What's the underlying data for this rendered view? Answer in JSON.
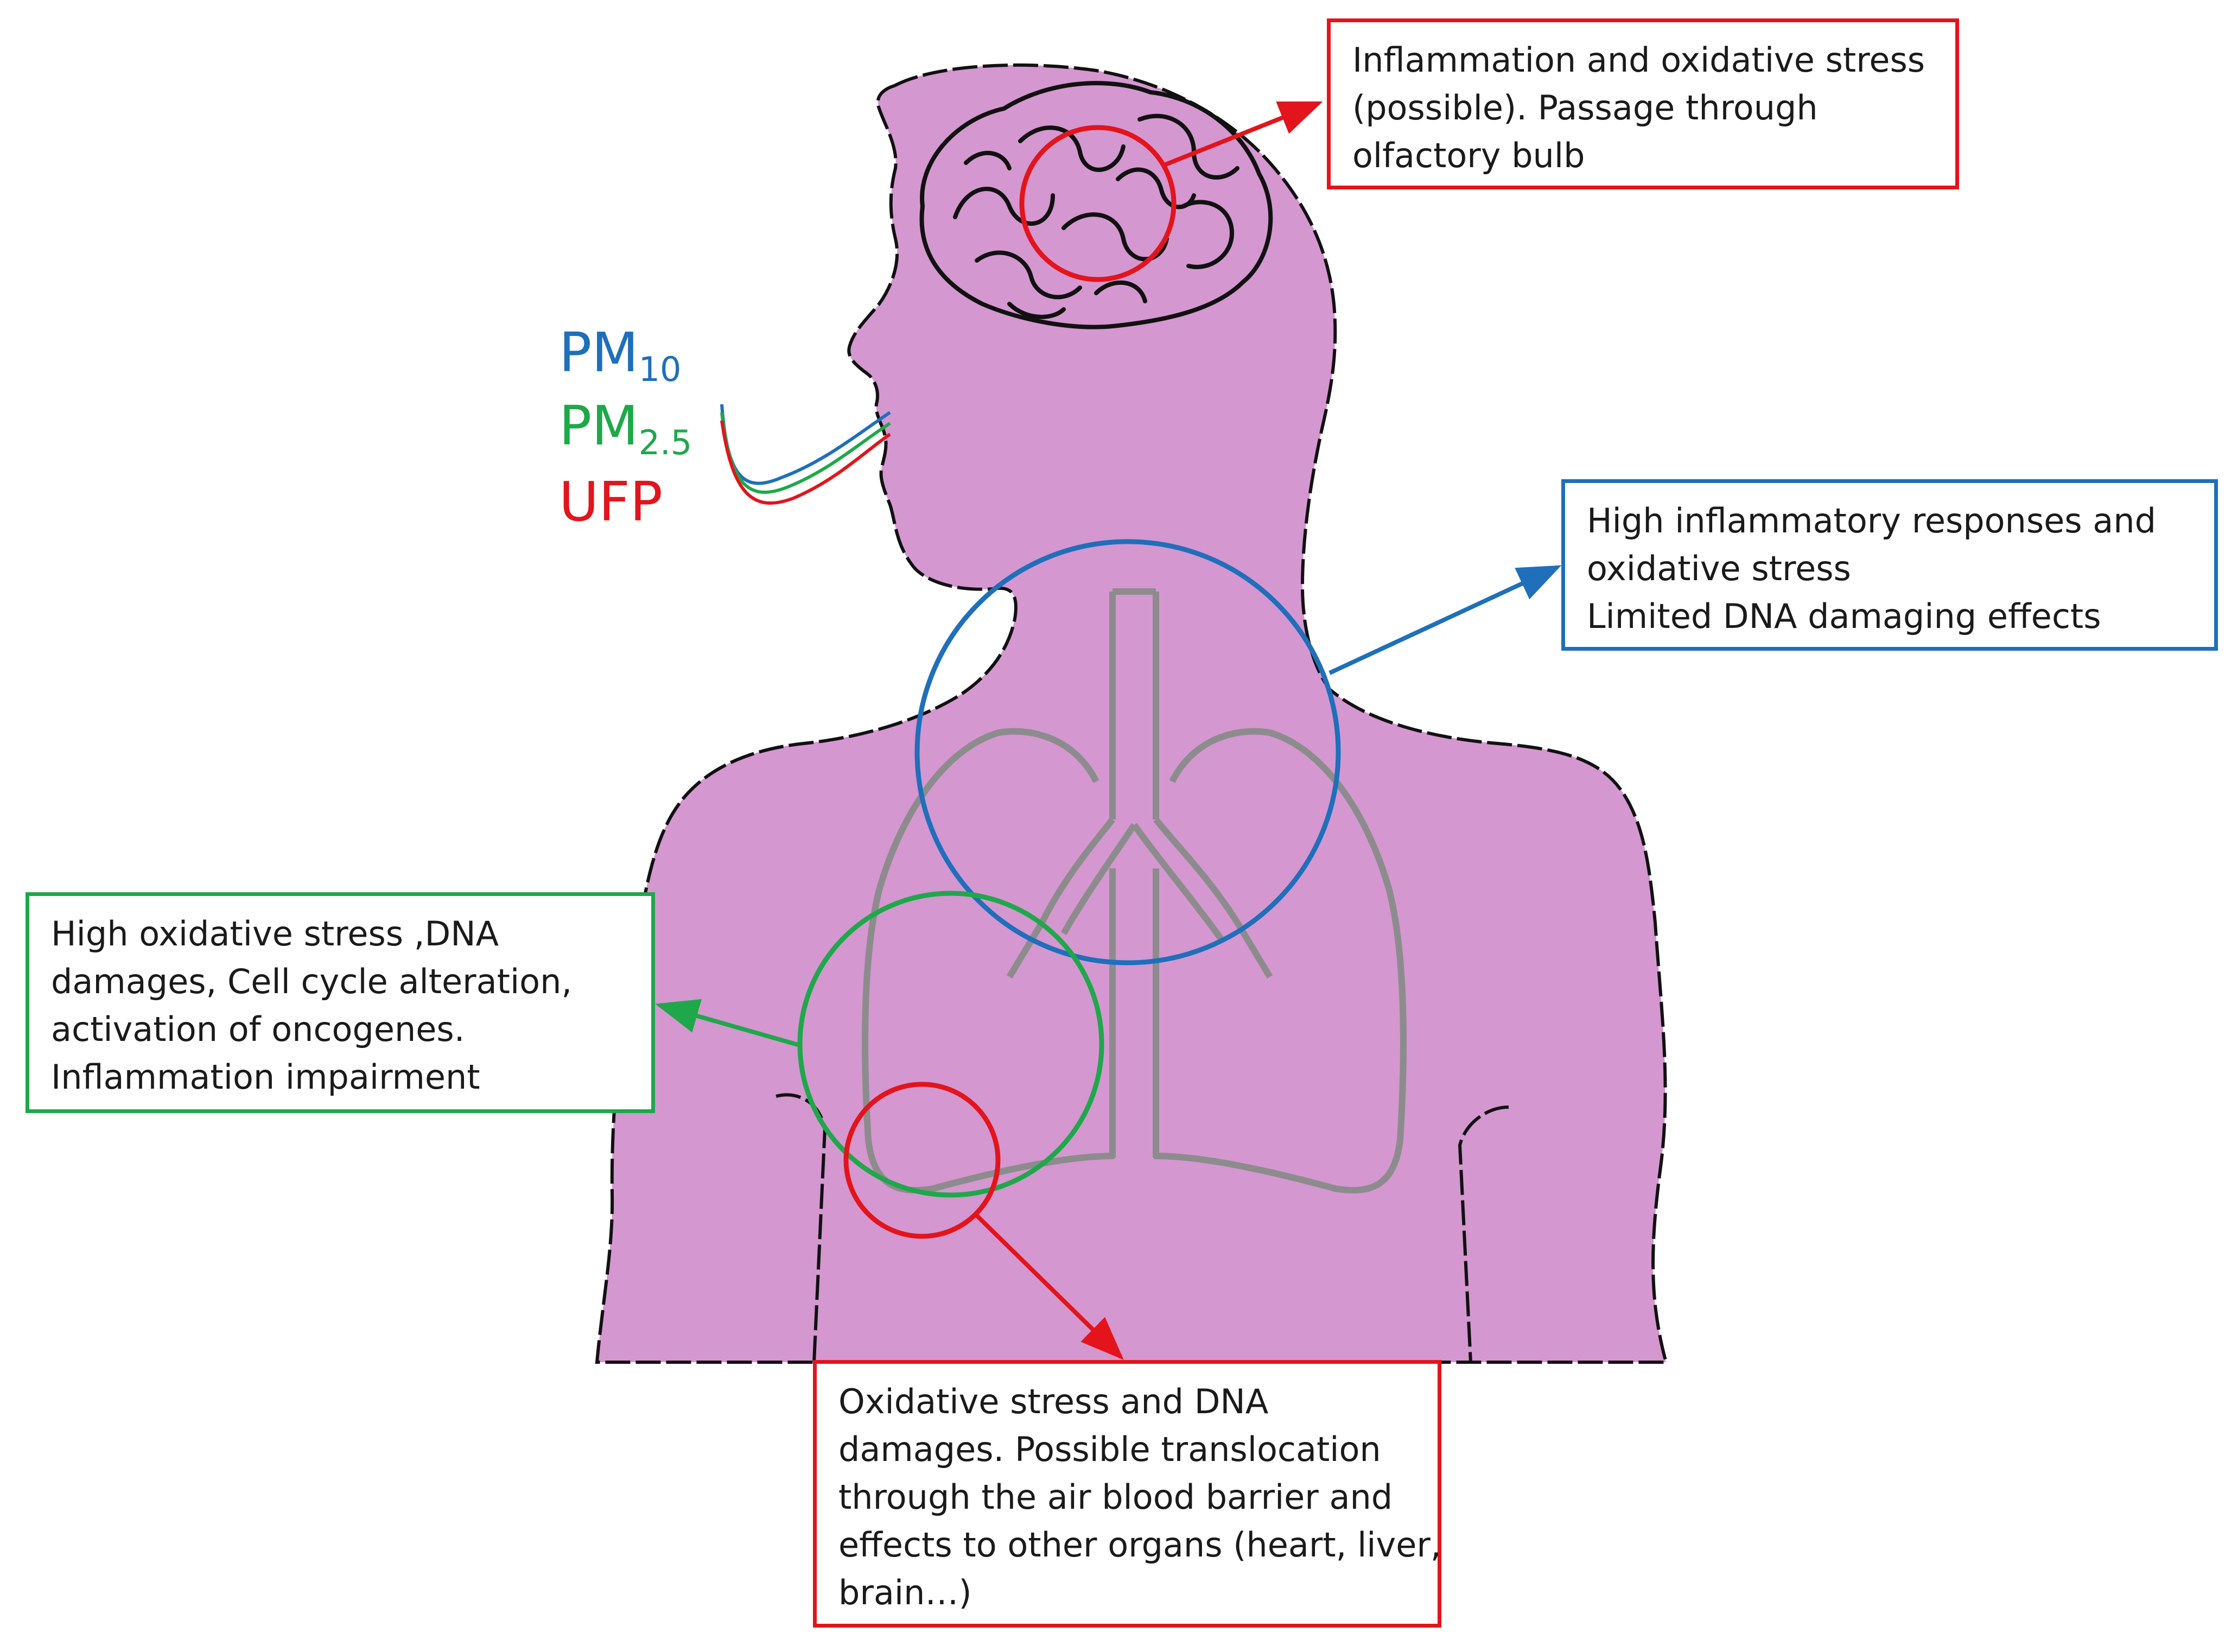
{
  "particles": {
    "pm10": {
      "main": "PM",
      "sub": "10",
      "color": "#1f6fba"
    },
    "pm25": {
      "main": "PM",
      "sub": "2.5",
      "color": "#1fa84a"
    },
    "ufp": {
      "main": "UFP",
      "color": "#e3141b"
    }
  },
  "colors": {
    "body": "#d497d0",
    "lung_outline": "#8c8c8c",
    "outline": "#111111",
    "red": "#e3141b",
    "blue": "#1f6fba",
    "green": "#1fa84a"
  },
  "boxes": {
    "brain": {
      "lines": [
        "Inflammation and oxidative stress",
        "(possible). Passage through",
        "olfactory bulb"
      ]
    },
    "airway": {
      "lines": [
        "High inflammatory responses and",
        "oxidative stress",
        "Limited DNA damaging effects"
      ]
    },
    "lung": {
      "lines": [
        "High oxidative stress ,DNA",
        "damages, Cell cycle alteration,",
        "activation of oncogenes.",
        "Inflammation impairment"
      ]
    },
    "alveoli": {
      "lines": [
        "Oxidative stress and DNA",
        "damages. Possible translocation",
        "through the air blood barrier and",
        "effects to other organs (heart, liver,",
        "brain…)"
      ]
    }
  }
}
